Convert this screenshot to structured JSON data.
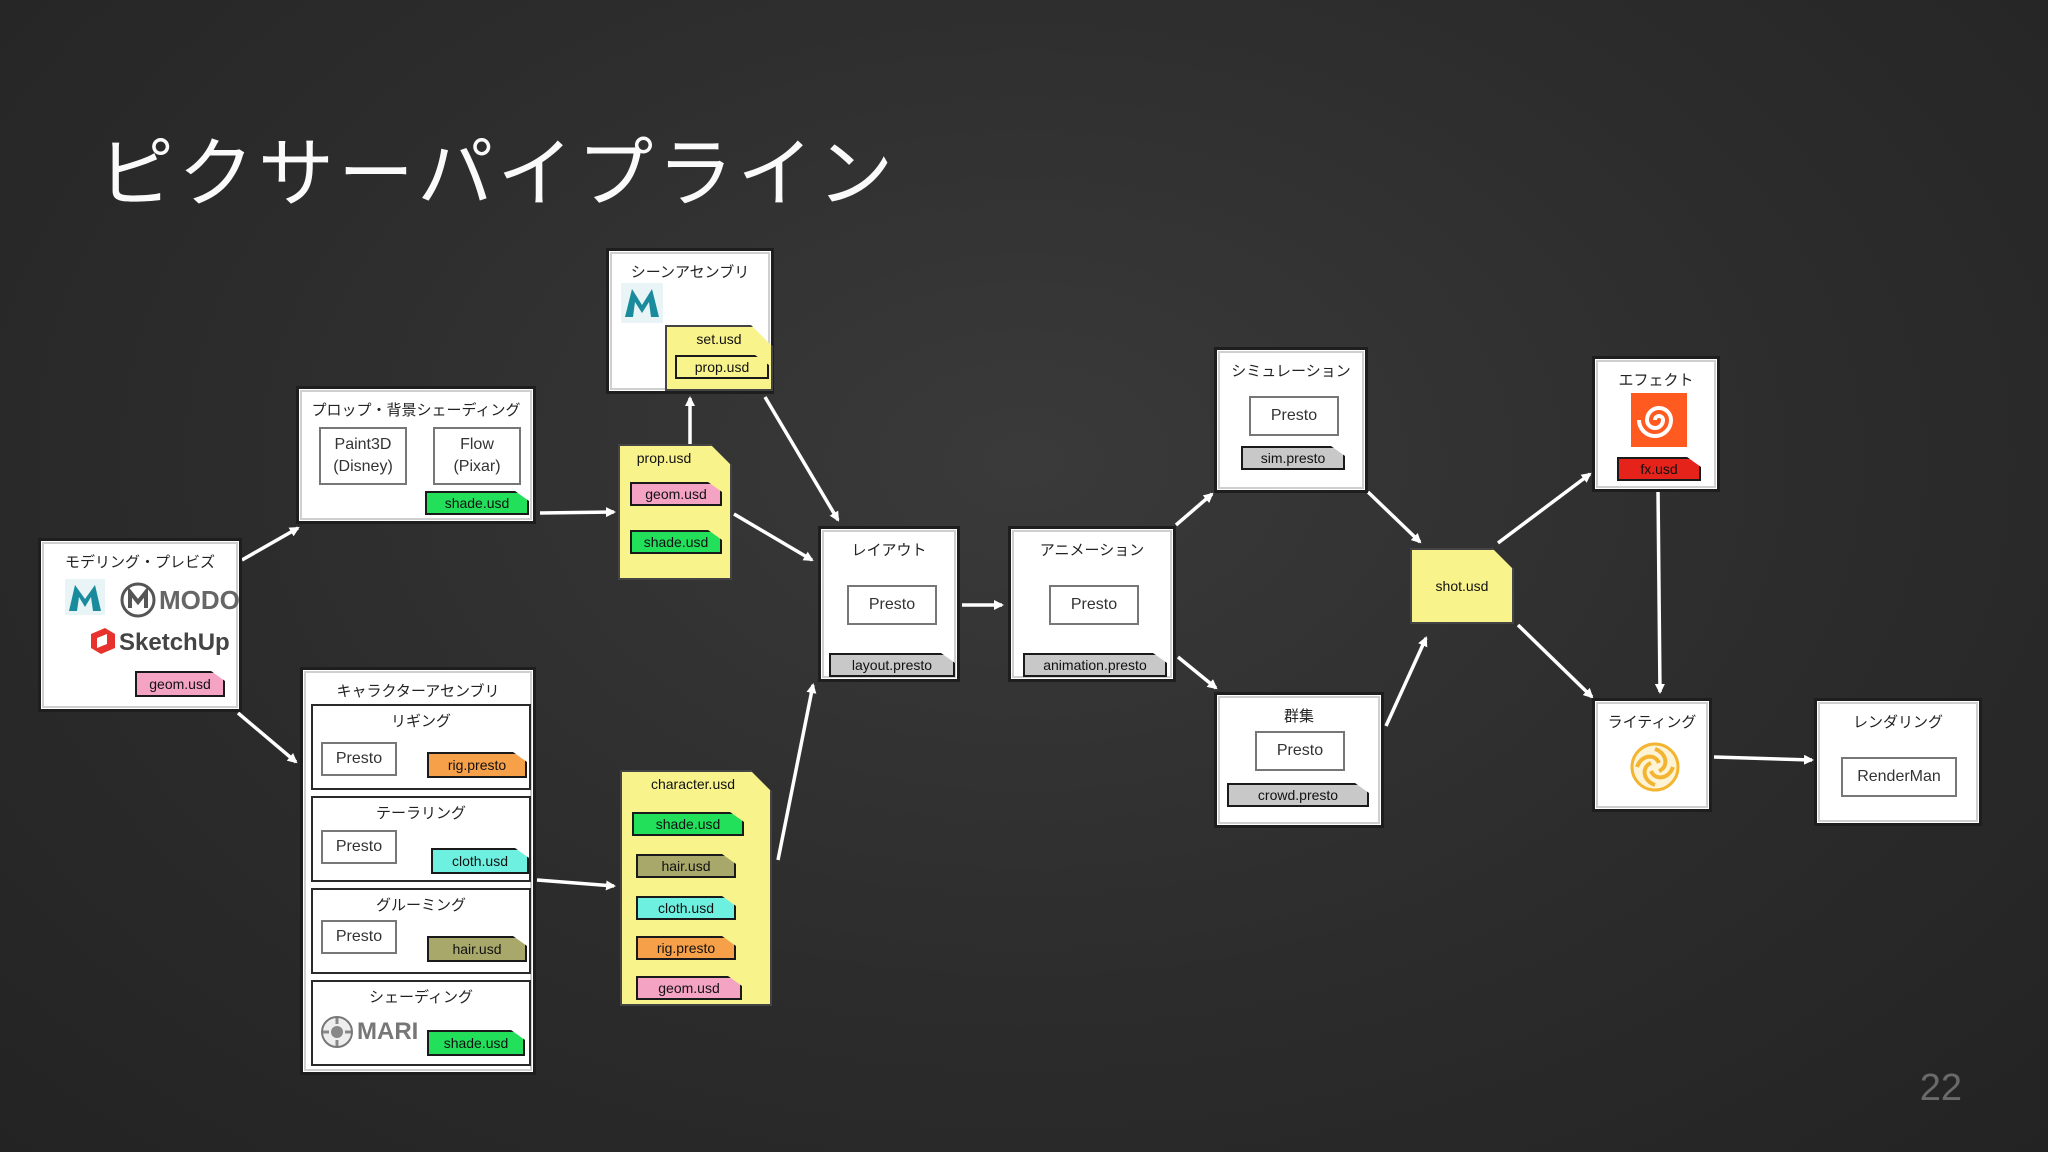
{
  "title": "ピクサーパイプライン",
  "page_number": "22",
  "colors": {
    "geom": "#f4a3c2",
    "shade": "#22e05a",
    "rig": "#f7a04a",
    "cloth": "#6ef0e0",
    "hair": "#a8a86a",
    "presto_file": "#c8c8c8",
    "doc": "#f9f38c",
    "fx": "#e5231b"
  },
  "modeling": {
    "title": "モデリング・プレビズ",
    "logos": {
      "modo": "MODO",
      "sketchup": "SketchUp"
    },
    "file": "geom.usd",
    "icons": [
      "maya-icon",
      "modo-icon",
      "sketchup-icon"
    ]
  },
  "prop_shading": {
    "title": "プロップ・背景シェーディング",
    "tool1": "Paint3D\n(Disney)",
    "tool2": "Flow\n(Pixar)",
    "file": "shade.usd"
  },
  "scene_assembly": {
    "title": "シーンアセンブリ",
    "files": [
      "set.usd",
      "prop.usd"
    ]
  },
  "prop_doc": {
    "label": "prop.usd",
    "files": [
      "geom.usd",
      "shade.usd"
    ]
  },
  "character_assembly": {
    "title": "キャラクターアセンブリ",
    "rigging": {
      "title": "リギング",
      "tool": "Presto",
      "file": "rig.presto"
    },
    "tailoring": {
      "title": "テーラリング",
      "tool": "Presto",
      "file": "cloth.usd"
    },
    "grooming": {
      "title": "グルーミング",
      "tool": "Presto",
      "file": "hair.usd"
    },
    "shading": {
      "title": "シェーディング",
      "logo": "MARI",
      "file": "shade.usd"
    }
  },
  "character_doc": {
    "label": "character.usd",
    "files": [
      "shade.usd",
      "hair.usd",
      "cloth.usd",
      "rig.presto",
      "geom.usd"
    ]
  },
  "layout": {
    "title": "レイアウト",
    "tool": "Presto",
    "file": "layout.presto"
  },
  "animation": {
    "title": "アニメーション",
    "tool": "Presto",
    "file": "animation.presto"
  },
  "simulation": {
    "title": "シミュレーション",
    "tool": "Presto",
    "file": "sim.presto"
  },
  "crowd": {
    "title": "群集",
    "tool": "Presto",
    "file": "crowd.presto"
  },
  "shot": {
    "label": "shot.usd"
  },
  "effects": {
    "title": "エフェクト",
    "file": "fx.usd",
    "icon": "houdini-icon"
  },
  "lighting": {
    "title": "ライティング",
    "icon": "katana-icon"
  },
  "rendering": {
    "title": "レンダリング",
    "tool": "RenderMan"
  }
}
